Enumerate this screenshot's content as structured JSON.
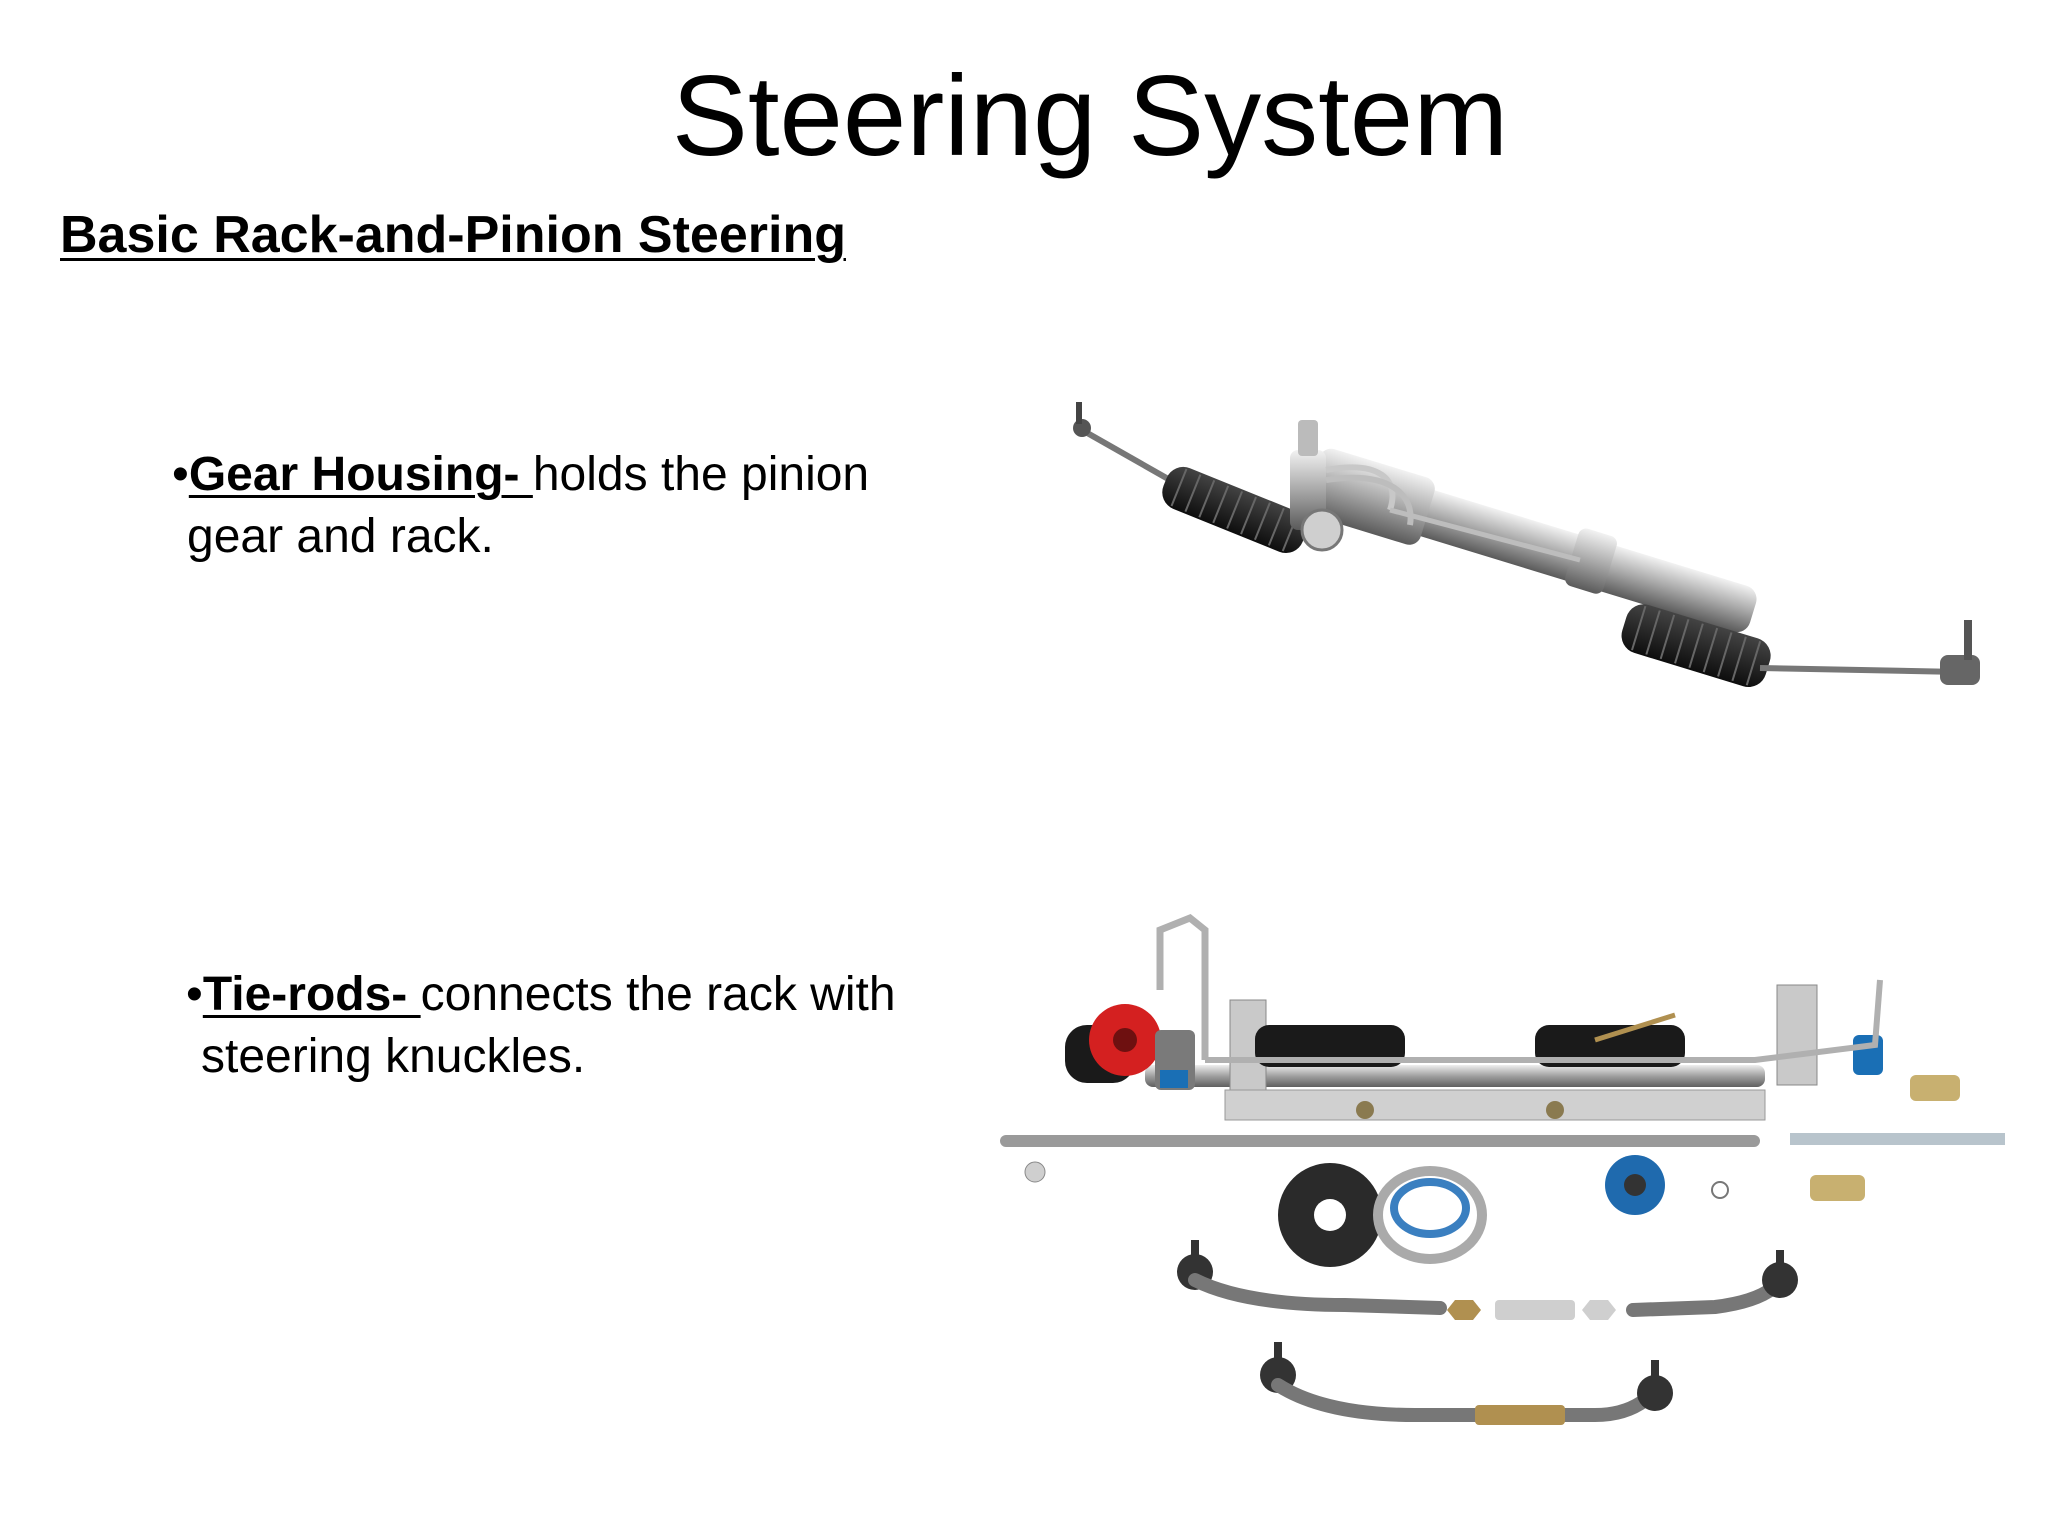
{
  "slide": {
    "title": "Steering System",
    "subtitle": "Basic Rack-and-Pinion Steering"
  },
  "bullets": [
    {
      "marker": "•",
      "term": "Gear Housing- ",
      "text_line1": "holds the pinion",
      "text_line2": "gear and rack."
    },
    {
      "marker": "•",
      "term": "Tie-rods- ",
      "text_line1": "connects the rack with",
      "text_line2": "steering knuckles."
    }
  ],
  "images": {
    "rack_photo": "rack-and-pinion-gear-housing-photo",
    "kit_photo": "steering-rack-kit-with-tie-rods-photo"
  },
  "colors": {
    "text": "#000000",
    "background": "#ffffff",
    "accent_red": "#d42020",
    "accent_blue": "#1a6fb5"
  }
}
